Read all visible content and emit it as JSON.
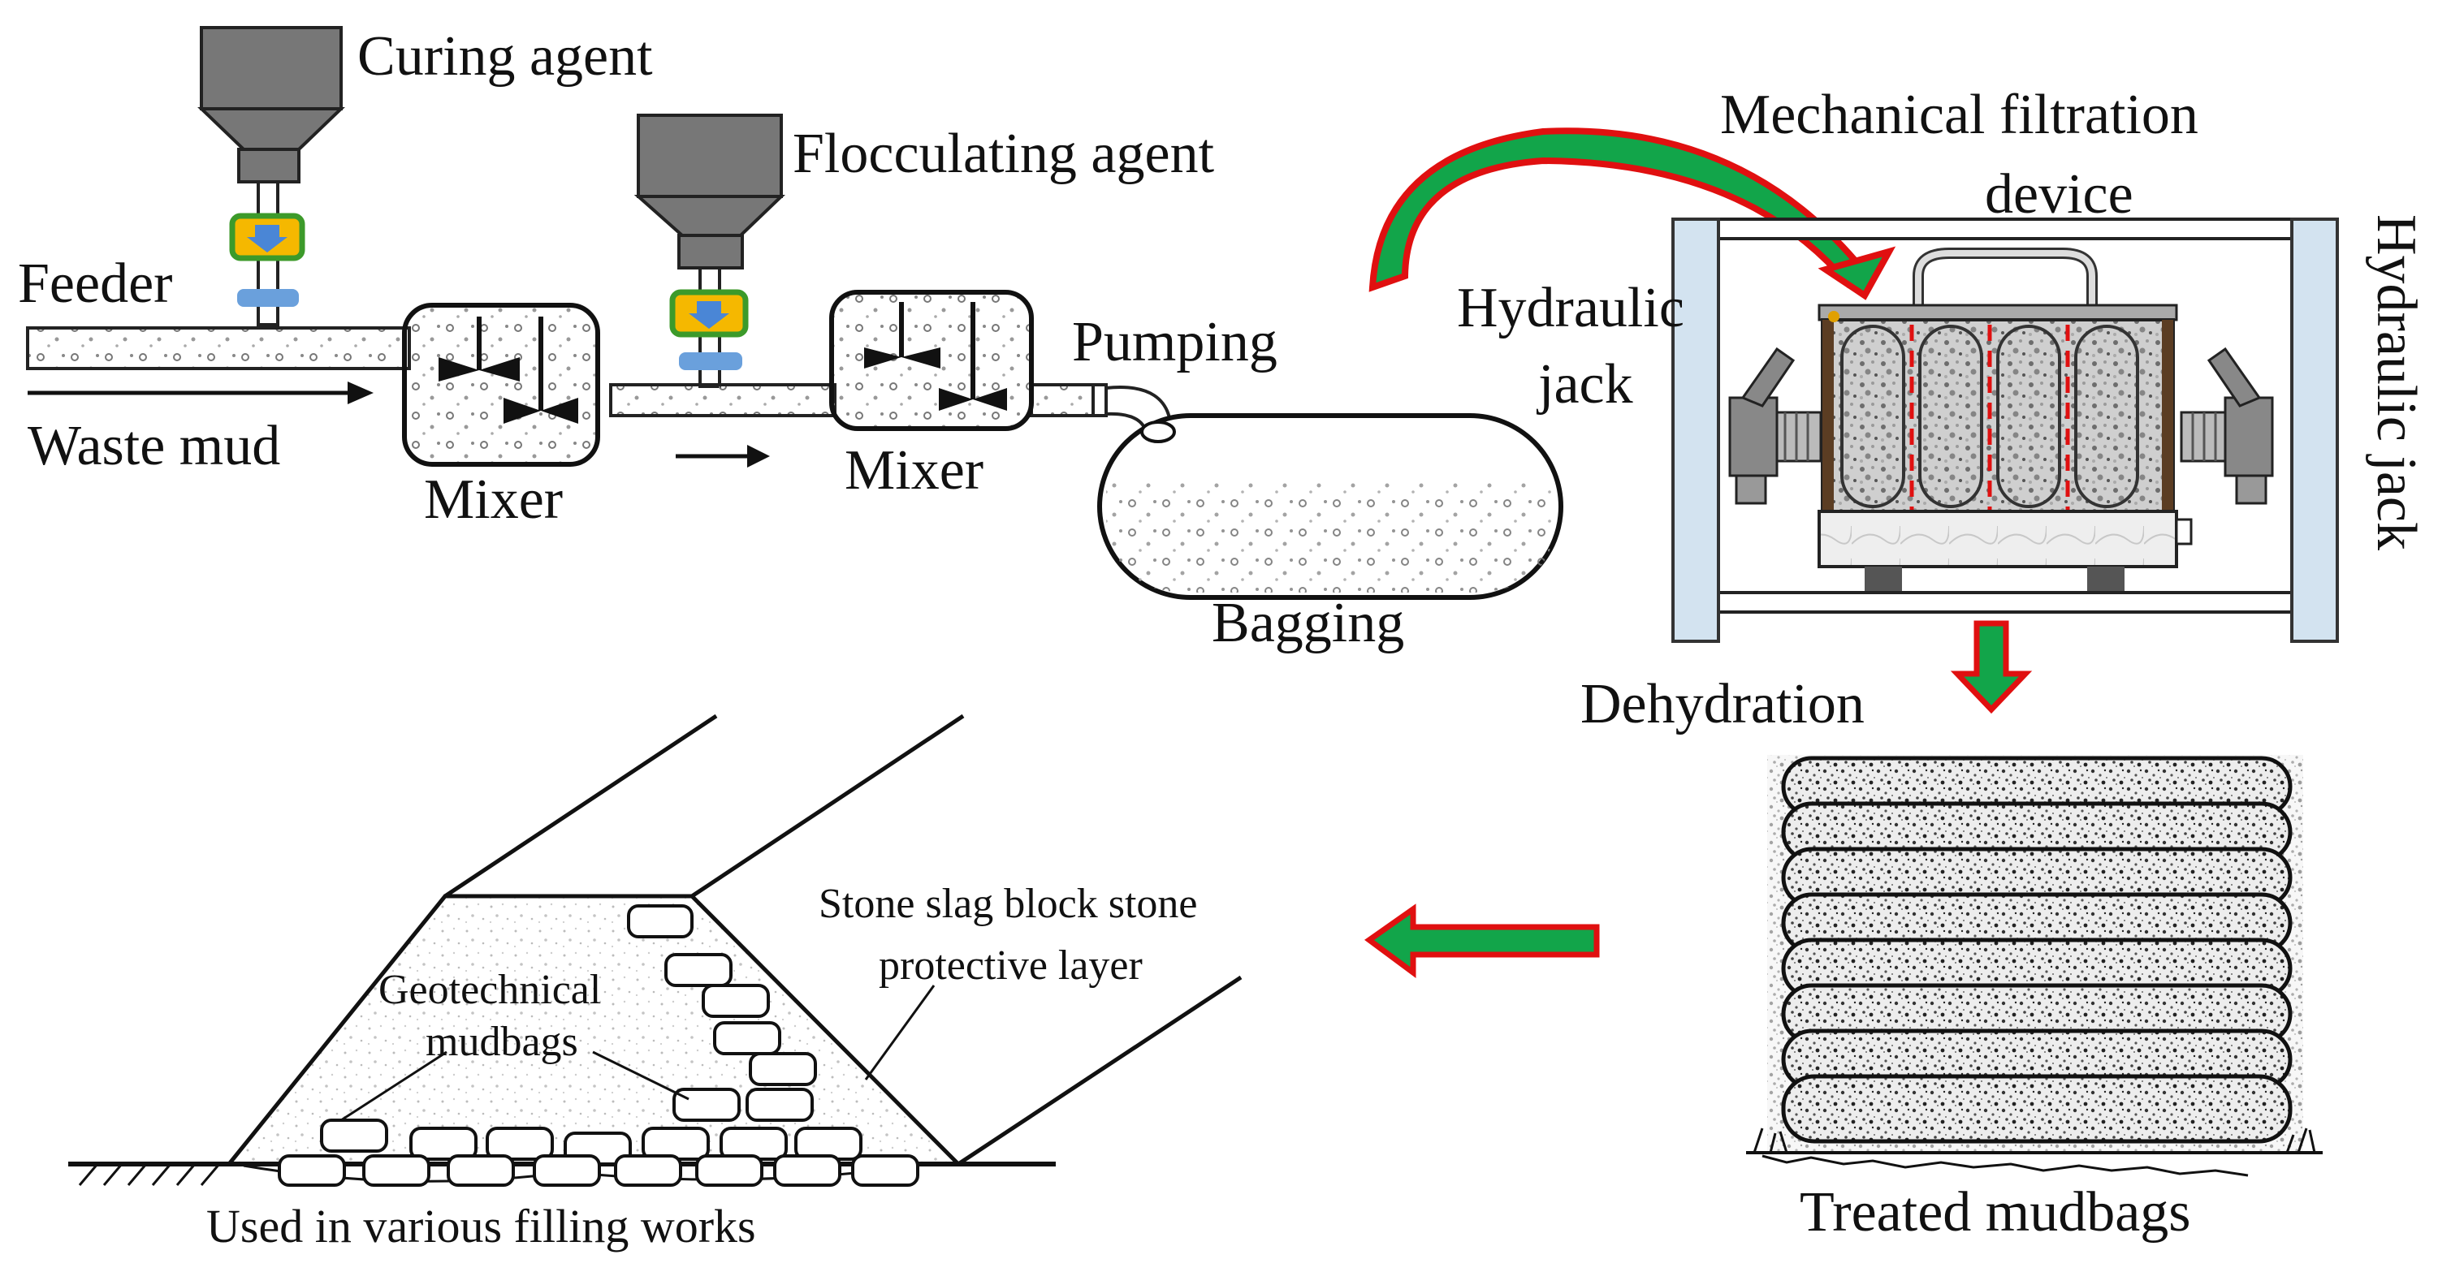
{
  "labels": {
    "curing_agent": "Curing agent",
    "flocculating_agent": "Flocculating agent",
    "feeder": "Feeder",
    "waste_mud": "Waste mud",
    "mixer_1": "Mixer",
    "mixer_2": "Mixer",
    "pumping": "Pumping",
    "bagging": "Bagging",
    "mechanical_filtration_line1": "Mechanical filtration",
    "mechanical_filtration_line2": "device",
    "hydraulic_jack_left_line1": "Hydraulic",
    "hydraulic_jack_left_line2": "jack",
    "hydraulic_jack_right": "Hydraulic jack",
    "dehydration": "Dehydration",
    "treated_mudbags": "Treated mudbags",
    "stone_slag_line1": "Stone slag block stone",
    "stone_slag_line2": "protective layer",
    "geotechnical_line1": "Geotechnical",
    "geotechnical_line2": "mudbags",
    "used_in_filling": "Used in various filling works"
  },
  "colors": {
    "hopper": "#777777",
    "feeder_fill": "#f5b800",
    "feeder_border": "#3c9a2a",
    "feeder_arrow": "#4a86d6",
    "valve": "#6aa0dc",
    "arrow_green": "#12a54a",
    "arrow_red": "#e01010",
    "jack_plate": "#d3e3f0",
    "line": "#111111"
  }
}
